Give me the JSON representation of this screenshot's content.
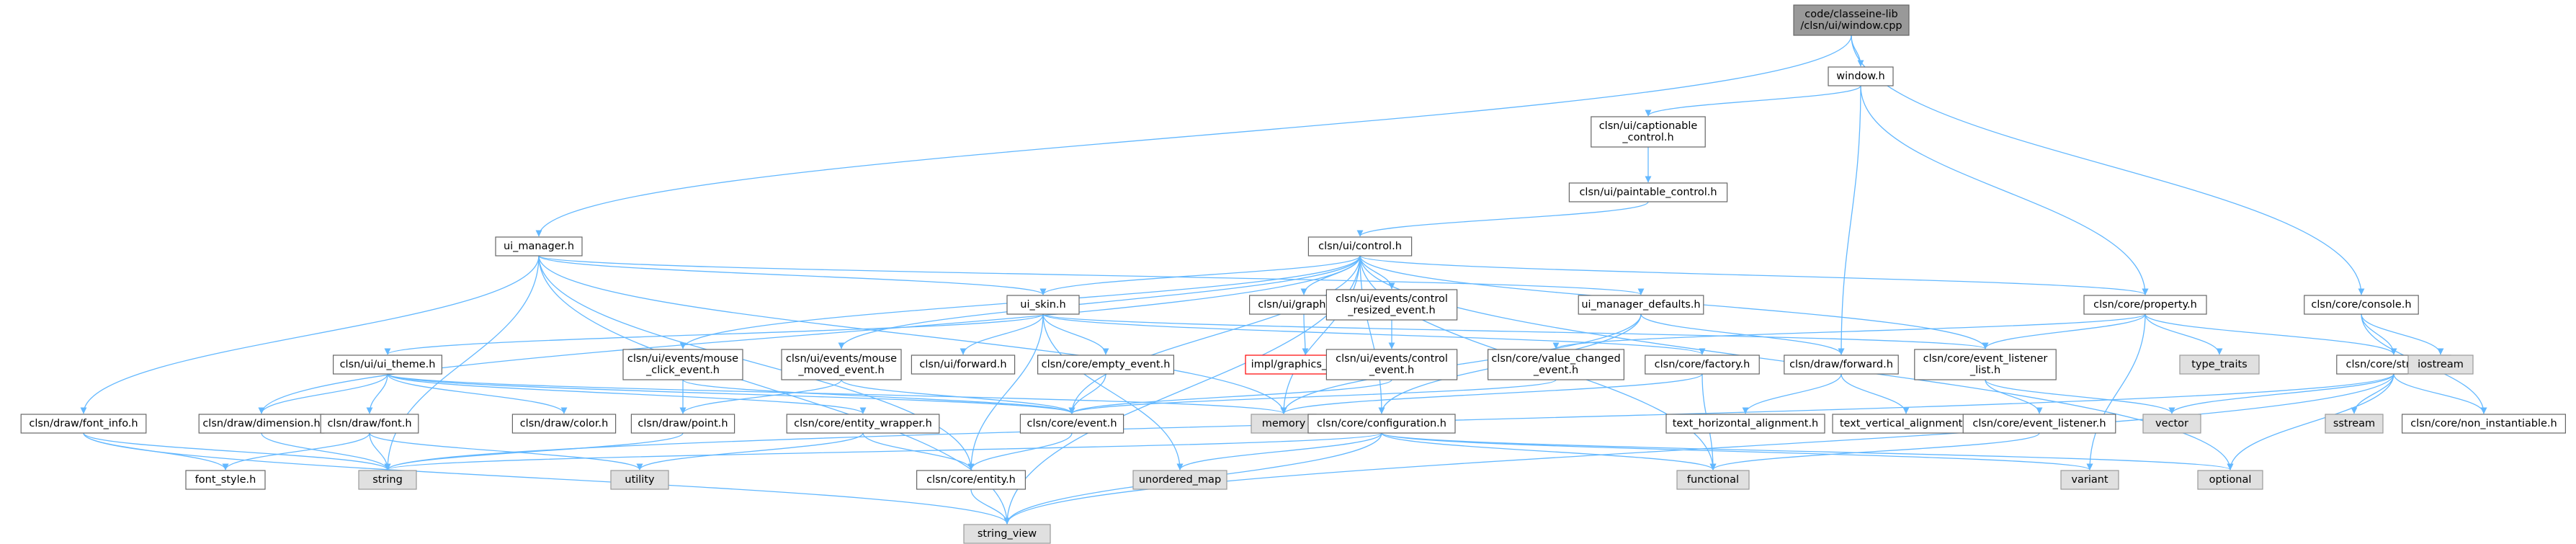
{
  "colors": {
    "edge": "#63b8ff",
    "node_fill": "#ffffff",
    "node_border": "#666666",
    "root_fill": "#999999",
    "system_fill": "#e0e0e0",
    "system_border": "#999999",
    "missing_border": "#ff0000",
    "text": "#000000"
  },
  "nodes": [
    {
      "id": "root",
      "kind": "root",
      "lines": [
        "code/classeine-lib",
        "/clsn/ui/window.cpp"
      ]
    },
    {
      "id": "window_h",
      "kind": "file",
      "lines": [
        "window.h"
      ]
    },
    {
      "id": "captionable",
      "kind": "file",
      "lines": [
        "clsn/ui/captionable",
        "_control.h"
      ]
    },
    {
      "id": "paintable",
      "kind": "file",
      "lines": [
        "clsn/ui/paintable_control.h"
      ]
    },
    {
      "id": "control_h",
      "kind": "file",
      "lines": [
        "clsn/ui/control.h"
      ]
    },
    {
      "id": "ui_manager",
      "kind": "file",
      "lines": [
        "ui_manager.h"
      ]
    },
    {
      "id": "ui_skin",
      "kind": "file",
      "lines": [
        "ui_skin.h"
      ]
    },
    {
      "id": "ui_graphics",
      "kind": "file",
      "lines": [
        "clsn/ui/graphics.h"
      ]
    },
    {
      "id": "ctrl_resized",
      "kind": "file",
      "lines": [
        "clsn/ui/events/control",
        "_resized_event.h"
      ]
    },
    {
      "id": "ui_mgr_defaults",
      "kind": "file",
      "lines": [
        "ui_manager_defaults.h"
      ]
    },
    {
      "id": "core_property",
      "kind": "file",
      "lines": [
        "clsn/core/property.h"
      ]
    },
    {
      "id": "core_console",
      "kind": "file",
      "lines": [
        "clsn/core/console.h"
      ]
    },
    {
      "id": "ui_theme",
      "kind": "file",
      "lines": [
        "clsn/ui/ui_theme.h"
      ]
    },
    {
      "id": "mouse_click",
      "kind": "file",
      "lines": [
        "clsn/ui/events/mouse",
        "_click_event.h"
      ]
    },
    {
      "id": "mouse_moved",
      "kind": "file",
      "lines": [
        "clsn/ui/events/mouse",
        "_moved_event.h"
      ]
    },
    {
      "id": "ui_forward",
      "kind": "file",
      "lines": [
        "clsn/ui/forward.h"
      ]
    },
    {
      "id": "empty_event",
      "kind": "file",
      "lines": [
        "clsn/core/empty_event.h"
      ]
    },
    {
      "id": "graphics_impl",
      "kind": "missing",
      "lines": [
        "impl/graphics_impl.h"
      ]
    },
    {
      "id": "ctrl_event",
      "kind": "file",
      "lines": [
        "clsn/ui/events/control",
        "_event.h"
      ]
    },
    {
      "id": "value_changed",
      "kind": "file",
      "lines": [
        "clsn/core/value_changed",
        "_event.h"
      ]
    },
    {
      "id": "core_factory",
      "kind": "file",
      "lines": [
        "clsn/core/factory.h"
      ]
    },
    {
      "id": "draw_forward",
      "kind": "file",
      "lines": [
        "clsn/draw/forward.h"
      ]
    },
    {
      "id": "listener_list",
      "kind": "file",
      "lines": [
        "clsn/core/event_listener",
        "_list.h"
      ]
    },
    {
      "id": "type_traits",
      "kind": "system",
      "lines": [
        "type_traits"
      ]
    },
    {
      "id": "core_strings",
      "kind": "file",
      "lines": [
        "clsn/core/strings.h"
      ]
    },
    {
      "id": "iostream",
      "kind": "system",
      "lines": [
        "iostream"
      ]
    },
    {
      "id": "font_info",
      "kind": "file",
      "lines": [
        "clsn/draw/font_info.h"
      ]
    },
    {
      "id": "draw_dimension",
      "kind": "file",
      "lines": [
        "clsn/draw/dimension.h"
      ]
    },
    {
      "id": "draw_font",
      "kind": "file",
      "lines": [
        "clsn/draw/font.h"
      ]
    },
    {
      "id": "draw_color",
      "kind": "file",
      "lines": [
        "clsn/draw/color.h"
      ]
    },
    {
      "id": "draw_point",
      "kind": "file",
      "lines": [
        "clsn/draw/point.h"
      ]
    },
    {
      "id": "entity_wrapper",
      "kind": "file",
      "lines": [
        "clsn/core/entity_wrapper.h"
      ]
    },
    {
      "id": "core_event",
      "kind": "file",
      "lines": [
        "clsn/core/event.h"
      ]
    },
    {
      "id": "memory",
      "kind": "system",
      "lines": [
        "memory"
      ]
    },
    {
      "id": "core_config",
      "kind": "file",
      "lines": [
        "clsn/core/configuration.h"
      ]
    },
    {
      "id": "text_h_align",
      "kind": "file",
      "lines": [
        "text_horizontal_alignment.h"
      ]
    },
    {
      "id": "text_v_align",
      "kind": "file",
      "lines": [
        "text_vertical_alignment.h"
      ]
    },
    {
      "id": "event_listener",
      "kind": "file",
      "lines": [
        "clsn/core/event_listener.h"
      ]
    },
    {
      "id": "vector",
      "kind": "system",
      "lines": [
        "vector"
      ]
    },
    {
      "id": "sstream",
      "kind": "system",
      "lines": [
        "sstream"
      ]
    },
    {
      "id": "non_instantiable",
      "kind": "file",
      "lines": [
        "clsn/core/non_instantiable.h"
      ]
    },
    {
      "id": "font_style",
      "kind": "file",
      "lines": [
        "font_style.h"
      ]
    },
    {
      "id": "string",
      "kind": "system",
      "lines": [
        "string"
      ]
    },
    {
      "id": "utility",
      "kind": "system",
      "lines": [
        "utility"
      ]
    },
    {
      "id": "core_entity",
      "kind": "file",
      "lines": [
        "clsn/core/entity.h"
      ]
    },
    {
      "id": "unordered_map",
      "kind": "system",
      "lines": [
        "unordered_map"
      ]
    },
    {
      "id": "functional",
      "kind": "system",
      "lines": [
        "functional"
      ]
    },
    {
      "id": "variant",
      "kind": "system",
      "lines": [
        "variant"
      ]
    },
    {
      "id": "optional",
      "kind": "system",
      "lines": [
        "optional"
      ]
    },
    {
      "id": "string_view",
      "kind": "system",
      "lines": [
        "string_view"
      ]
    }
  ],
  "edges": [
    [
      "root",
      "window_h"
    ],
    [
      "root",
      "ui_manager"
    ],
    [
      "root",
      "core_console"
    ],
    [
      "window_h",
      "captionable"
    ],
    [
      "window_h",
      "draw_forward"
    ],
    [
      "window_h",
      "core_property"
    ],
    [
      "captionable",
      "paintable"
    ],
    [
      "paintable",
      "control_h"
    ],
    [
      "control_h",
      "ui_graphics"
    ],
    [
      "control_h",
      "ctrl_resized"
    ],
    [
      "control_h",
      "ui_skin"
    ],
    [
      "control_h",
      "core_property"
    ],
    [
      "control_h",
      "listener_list"
    ],
    [
      "control_h",
      "mouse_click"
    ],
    [
      "control_h",
      "mouse_moved"
    ],
    [
      "control_h",
      "draw_dimension"
    ],
    [
      "control_h",
      "core_config"
    ],
    [
      "control_h",
      "core_event"
    ],
    [
      "control_h",
      "optional"
    ],
    [
      "control_h",
      "string_view"
    ],
    [
      "control_h",
      "functional"
    ],
    [
      "control_h",
      "memory"
    ],
    [
      "ui_manager",
      "ui_skin"
    ],
    [
      "ui_manager",
      "ui_mgr_defaults"
    ],
    [
      "ui_manager",
      "font_info"
    ],
    [
      "ui_manager",
      "string"
    ],
    [
      "ui_manager",
      "core_entity"
    ],
    [
      "ui_manager",
      "memory"
    ],
    [
      "ui_manager",
      "string_view"
    ],
    [
      "ui_skin",
      "ui_theme"
    ],
    [
      "ui_skin",
      "ui_forward"
    ],
    [
      "ui_skin",
      "empty_event"
    ],
    [
      "ui_skin",
      "core_factory"
    ],
    [
      "ui_skin",
      "listener_list"
    ],
    [
      "ui_skin",
      "core_entity"
    ],
    [
      "ui_skin",
      "unordered_map"
    ],
    [
      "ui_graphics",
      "graphics_impl"
    ],
    [
      "ctrl_resized",
      "ctrl_event"
    ],
    [
      "ctrl_event",
      "core_event"
    ],
    [
      "ui_mgr_defaults",
      "draw_forward"
    ],
    [
      "ui_mgr_defaults",
      "memory"
    ],
    [
      "ui_mgr_defaults",
      "core_config"
    ],
    [
      "core_property",
      "value_changed"
    ],
    [
      "core_property",
      "listener_list"
    ],
    [
      "core_property",
      "type_traits"
    ],
    [
      "core_property",
      "core_strings"
    ],
    [
      "core_property",
      "variant"
    ],
    [
      "core_console",
      "core_strings"
    ],
    [
      "core_console",
      "iostream"
    ],
    [
      "core_console",
      "non_instantiable"
    ],
    [
      "ui_theme",
      "draw_dimension"
    ],
    [
      "ui_theme",
      "draw_font"
    ],
    [
      "ui_theme",
      "draw_color"
    ],
    [
      "ui_theme",
      "entity_wrapper"
    ],
    [
      "ui_theme",
      "core_event"
    ],
    [
      "ui_theme",
      "memory"
    ],
    [
      "mouse_click",
      "draw_point"
    ],
    [
      "mouse_click",
      "core_event"
    ],
    [
      "mouse_moved",
      "draw_point"
    ],
    [
      "mouse_moved",
      "core_event"
    ],
    [
      "empty_event",
      "core_event"
    ],
    [
      "value_changed",
      "core_event"
    ],
    [
      "core_factory",
      "memory"
    ],
    [
      "core_factory",
      "functional"
    ],
    [
      "draw_forward",
      "text_h_align"
    ],
    [
      "draw_forward",
      "text_v_align"
    ],
    [
      "listener_list",
      "event_listener"
    ],
    [
      "listener_list",
      "vector"
    ],
    [
      "core_strings",
      "vector"
    ],
    [
      "core_strings",
      "sstream"
    ],
    [
      "core_strings",
      "optional"
    ],
    [
      "core_strings",
      "string_view"
    ],
    [
      "core_strings",
      "non_instantiable"
    ],
    [
      "core_strings",
      "string"
    ],
    [
      "font_info",
      "font_style"
    ],
    [
      "font_info",
      "string"
    ],
    [
      "font_info",
      "string_view"
    ],
    [
      "draw_dimension",
      "string"
    ],
    [
      "draw_font",
      "font_style"
    ],
    [
      "draw_font",
      "string"
    ],
    [
      "draw_font",
      "utility"
    ],
    [
      "draw_point",
      "string"
    ],
    [
      "entity_wrapper",
      "utility"
    ],
    [
      "entity_wrapper",
      "core_entity"
    ],
    [
      "core_event",
      "core_entity"
    ],
    [
      "event_listener",
      "functional"
    ],
    [
      "core_config",
      "string"
    ],
    [
      "core_config",
      "unordered_map"
    ],
    [
      "core_config",
      "functional"
    ],
    [
      "core_config",
      "variant"
    ],
    [
      "core_config",
      "optional"
    ],
    [
      "core_config",
      "string_view"
    ],
    [
      "core_entity",
      "string_view"
    ]
  ]
}
